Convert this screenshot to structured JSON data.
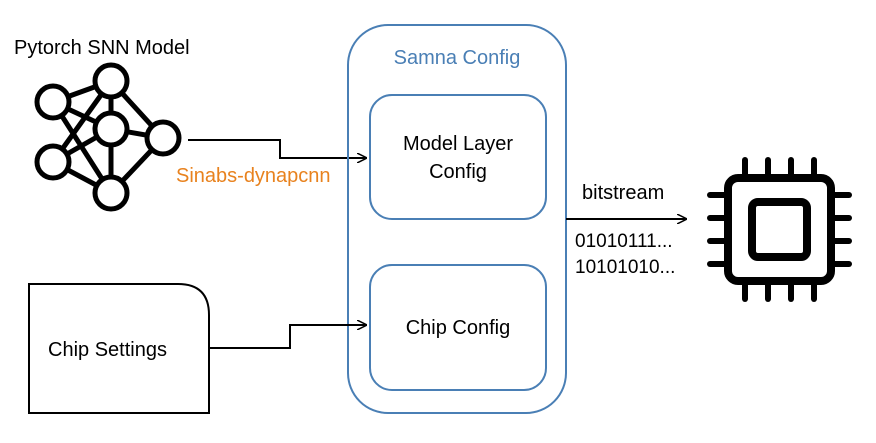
{
  "diagram": {
    "snn_model_label": "Pytorch SNN Model",
    "converter_label": "Sinabs-dynapcnn",
    "samna_title": "Samna Config",
    "model_layer_line1": "Model Layer",
    "model_layer_line2": "Config",
    "chip_config_label": "Chip Config",
    "chip_settings_label": "Chip Settings",
    "bitstream_label": "bitstream",
    "bits_line1": "01010111...",
    "bits_line2": "10101010..."
  },
  "colors": {
    "samna_blue": "#4a7fb5",
    "converter_orange": "#e8821e",
    "stroke": "#000000"
  },
  "icons": {
    "snn": "neural-network-icon",
    "chip": "microchip-icon"
  }
}
